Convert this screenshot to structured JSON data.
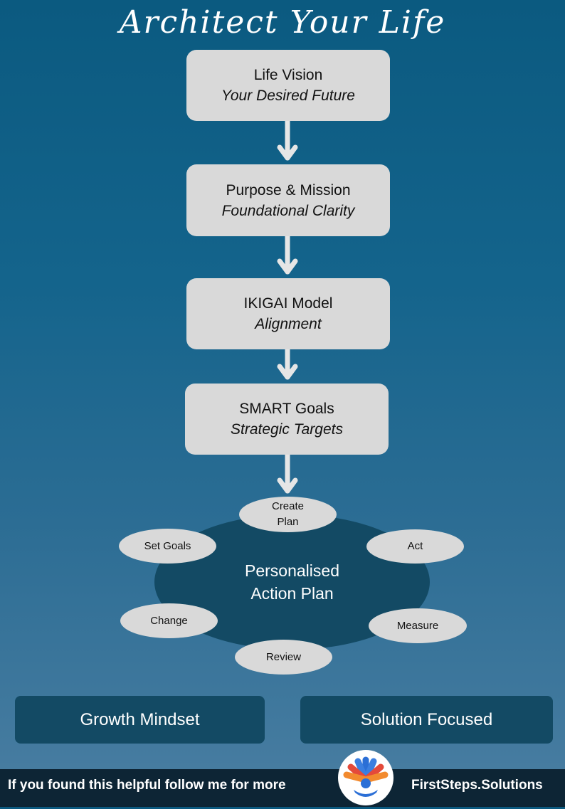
{
  "title": "Architect Your Life",
  "steps": [
    {
      "label": "Life Vision",
      "sub": "Your Desired Future"
    },
    {
      "label": "Purpose & Mission",
      "sub": "Foundational Clarity"
    },
    {
      "label": "IKIGAI Model",
      "sub": "Alignment"
    },
    {
      "label": "SMART Goals",
      "sub": "Strategic Targets"
    }
  ],
  "cycle": {
    "center_line1": "Personalised",
    "center_line2": "Action Plan",
    "nodes": [
      {
        "label_line1": "Create",
        "label_line2": "Plan"
      },
      {
        "label": "Act"
      },
      {
        "label": "Measure"
      },
      {
        "label": "Review"
      },
      {
        "label": "Change"
      },
      {
        "label": "Set Goals"
      }
    ]
  },
  "pillars": [
    "Growth Mindset",
    "Solution Focused"
  ],
  "footer": {
    "cta": "If you found this helpful follow me for more",
    "brand": "FirstSteps.Solutions",
    "logo_icon": "firststeps-logo-icon"
  },
  "colors": {
    "background_top": "#0b5a80",
    "background_bottom": "#4a7ea2",
    "box": "#d9d9d9",
    "hub": "#134a64",
    "footer": "#0d2535"
  }
}
